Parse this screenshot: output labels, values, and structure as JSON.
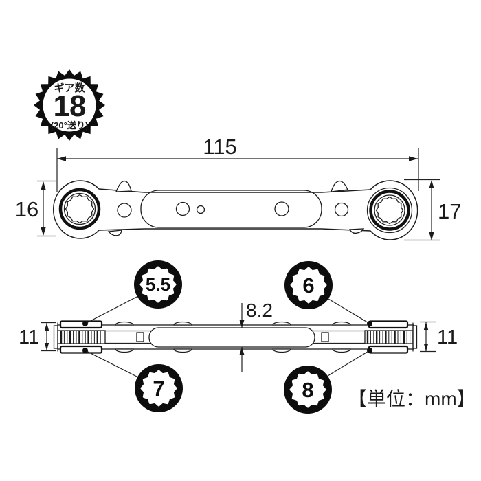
{
  "badge_gear": {
    "label": "ギア数",
    "count": "18",
    "feed": "(20°送り)"
  },
  "dimensions": {
    "length": "115",
    "left_head_height": "16",
    "right_head_height": "17",
    "center_thickness": "8.2",
    "left_end_thickness": "11",
    "right_end_thickness": "11"
  },
  "socket_sizes": {
    "top_left": "5.5",
    "top_right": "6",
    "bottom_left": "7",
    "bottom_right": "8"
  },
  "unit_note": "【単位：mm】",
  "colors": {
    "line": "#1c1c1c",
    "badge": "#0d0d0d",
    "background": "#ffffff"
  }
}
